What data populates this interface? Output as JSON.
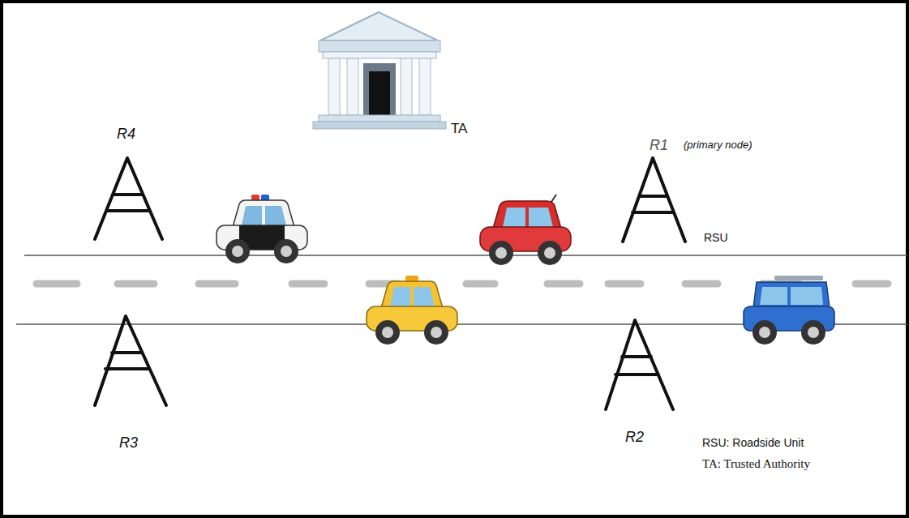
{
  "diagram": {
    "labels": [
      "R4",
      "TA",
      "R1",
      "(primary node)",
      "RSU",
      "R3",
      "R2",
      "RSU: Roadside Unit",
      "TA: Trusted Authority"
    ]
  }
}
